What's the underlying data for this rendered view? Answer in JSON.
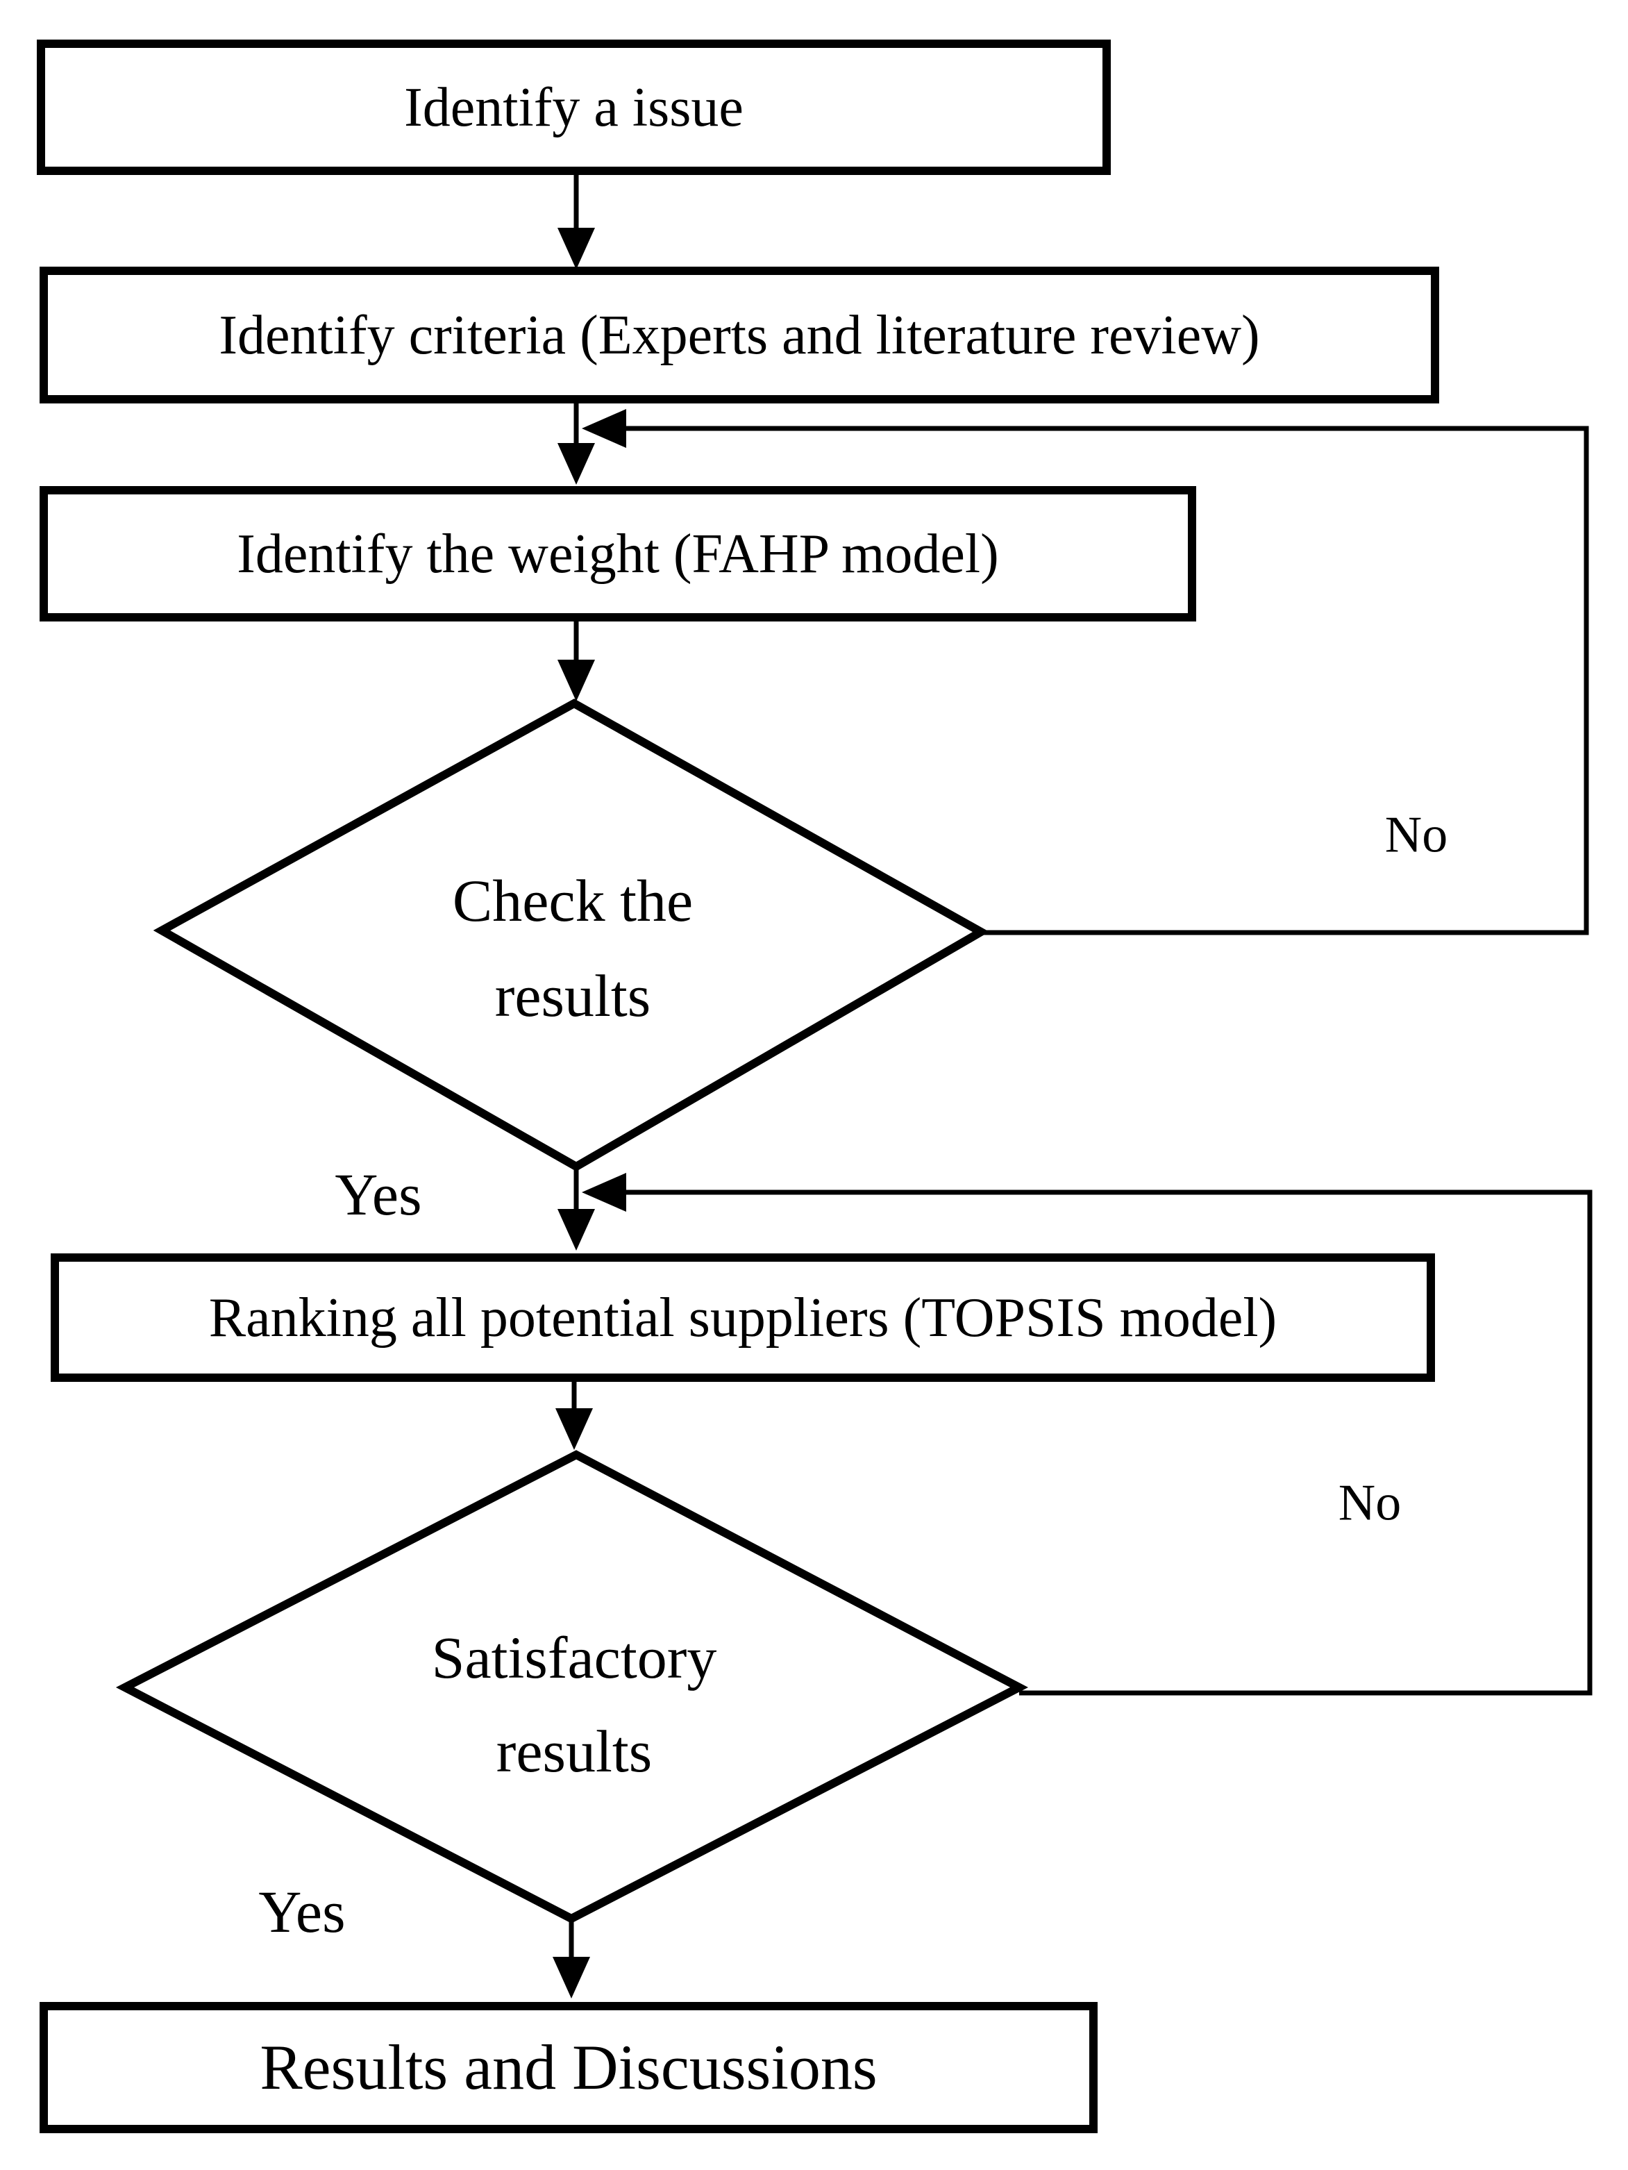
{
  "page": {
    "background_color": "#ffffff",
    "line_color": "#000000"
  },
  "flowchart": {
    "boxes": [
      {
        "id": "identify-issue",
        "label": "Identify a issue"
      },
      {
        "id": "identify-criteria",
        "label": "Identify criteria (Experts and literature review)"
      },
      {
        "id": "identify-weight",
        "label": "Identify the weight (FAHP model)"
      },
      {
        "id": "ranking-suppliers",
        "label": "Ranking all potential suppliers (TOPSIS model)"
      },
      {
        "id": "results-discussions",
        "label": "Results and Discussions"
      }
    ],
    "decisions": [
      {
        "id": "check-results",
        "line1": "Check the",
        "line2": "results"
      },
      {
        "id": "satisfactory-results",
        "line1": "Satisfactory",
        "line2": "results"
      }
    ],
    "edge_labels": {
      "yes1": "Yes",
      "no1": "No",
      "yes2": "Yes",
      "no2": "No"
    }
  }
}
